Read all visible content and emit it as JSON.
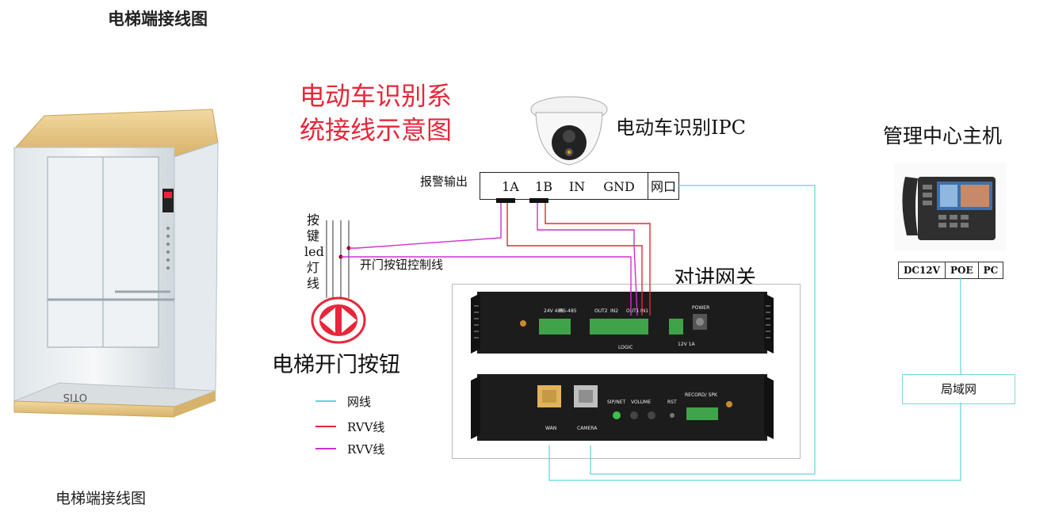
{
  "page": {
    "title": "电梯端接线图",
    "caption": "电梯端接线图"
  },
  "diagram": {
    "title_lines": [
      "电动车识别系",
      "统接线示意图"
    ],
    "ipc": {
      "label": "电动车识别IPC",
      "alarm_output_label": "报警输出",
      "terminals": [
        "1A",
        "1B",
        "IN",
        "GND"
      ],
      "network_port": "网口"
    },
    "management_host": {
      "label": "管理中心主机",
      "ports": [
        "DC12V",
        "POE",
        "PC"
      ]
    },
    "intercom_gateway": {
      "label": "对讲网关",
      "rear_panel": {
        "power_label": "POWER",
        "power_rating": "12V 1A",
        "logic_label": "LOGIC",
        "port_groups": [
          "24V 485",
          "RS-485",
          "OUT2",
          "IN2",
          "OUT1",
          "IN1"
        ]
      },
      "front_panel": {
        "wan_label": "WAN",
        "camera_label": "CAMERA",
        "sip_net_label": "SIP/NET",
        "volume_label": "VOLUME",
        "rst_label": "RST",
        "record_label": "RECORD/ SPK"
      }
    },
    "elevator_button": {
      "label": "电梯开门按钮",
      "wire_label_chars": [
        "按",
        "键",
        "led",
        "灯",
        "线"
      ],
      "control_line_label": "开门按钮控制线"
    },
    "lan": {
      "label": "局域网"
    },
    "legend": [
      {
        "label": "网线",
        "color": "#5fd3d9"
      },
      {
        "label": "RVV线",
        "color": "#e8263a"
      },
      {
        "label": "RVV线",
        "color": "#d12ed1"
      }
    ],
    "colors": {
      "network": "#5fd3d9",
      "red_wire": "#e8263a",
      "magenta_wire": "#d12ed1",
      "title_red": "#e8263a"
    }
  }
}
